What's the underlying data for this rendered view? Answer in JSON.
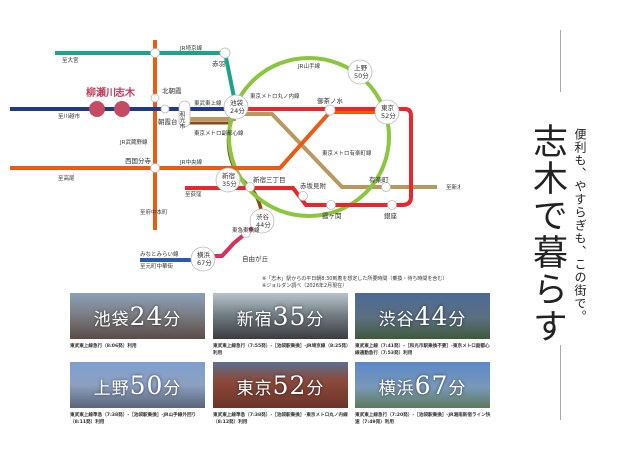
{
  "map": {
    "lines": {
      "saikyo": "JR埼京線",
      "yamanote": "JR山手線",
      "tojo": "東武東上線",
      "fukutoshin": "東京メトロ副都心線",
      "marunouchi": "東京メトロ丸ノ内線",
      "yurakucho": "東京メトロ有楽町線",
      "musashino": "JR武蔵野線",
      "chuo": "JR中央線",
      "toyoko": "東急東横線",
      "minatomirai": "みなとみらい線"
    },
    "termini": {
      "omiya": "至大宮",
      "kawagoeshi": "至川越市",
      "takao": "至高尾",
      "fuchuhommachi": "至府中本町",
      "ogikubo": "至荻窪",
      "shinkiba": "至新木場",
      "motomachi": "至元町中華街"
    },
    "stations": {
      "yanasegawa": "柳瀬川",
      "shiki": "志木",
      "kitaasaka": "北朝霞",
      "asakadai": "朝霞台",
      "wakoshi": "和光市",
      "akabane": "赤羽",
      "ikebukuro": "池袋",
      "ikebukuro_time": "24分",
      "ueno": "上野",
      "ueno_time": "50分",
      "tokyo": "東京",
      "tokyo_time": "52分",
      "ochanomizu": "御茶ノ水",
      "nishikokubunji": "西国分寺",
      "shinjuku": "新宿",
      "shinjuku_time": "35分",
      "shinjukusanchome": "新宿三丁目",
      "akasakamitsuke": "赤坂見附",
      "kasumigaseki": "霞ヶ関",
      "yurakucho": "有楽町",
      "ginza": "銀座",
      "shibuya": "渋谷",
      "shibuya_time": "44分",
      "jiyugaoka": "自由が丘",
      "yokohama": "横浜",
      "yokohama_time": "67分"
    },
    "colors": {
      "saikyo": "#1aa588",
      "yamanote": "#8cc63f",
      "tojo": "#1d3a8f",
      "fukutoshin": "#8b4a1c",
      "marunouchi": "#e8262c",
      "yurakucho": "#b8985e",
      "musashino": "#ea5b14",
      "toyoko": "#d8305a",
      "minatomirai": "#2a5aa8",
      "highlight": "#c44b61"
    }
  },
  "notes": [
    "※「志木」駅からの平日朝8:30到着を想定した所要時間（乗換・待ち時間を含む）",
    "※ジョルダン調べ（2026年2月現在）"
  ],
  "destinations": [
    {
      "name": "池袋",
      "minutes": "24",
      "unit": "分",
      "caption": "東武東上線急行（8:06発）利用"
    },
    {
      "name": "新宿",
      "minutes": "35",
      "unit": "分",
      "caption": "東武東上線急行（7:55発）-［池袋駅乗換］-JR埼京線（8:25発）利用"
    },
    {
      "name": "渋谷",
      "minutes": "44",
      "unit": "分",
      "caption": "東武東上線（7:41発）-［和光市駅乗換不要］-東京メトロ副都心線通勤急行（7:53発）利用"
    },
    {
      "name": "上野",
      "minutes": "50",
      "unit": "分",
      "caption": "東武東上線準急（7:38発）-［池袋駅乗換］-JR山手線外回り（8:11発）利用"
    },
    {
      "name": "東京",
      "minutes": "52",
      "unit": "分",
      "caption": "東武東上線準急（7:38発）-［池袋駅乗換］-東京メトロ丸ノ内線（8:12発）利用"
    },
    {
      "name": "横浜",
      "minutes": "67",
      "unit": "分",
      "caption": "東武東上線急行（7:20発）-［池袋駅乗換］-JR湘南新宿ライン快速（7:49発）利用"
    }
  ],
  "headline": {
    "title": "志木で暮らす",
    "subtitle": "便利も、やすらぎも、この街で。"
  }
}
